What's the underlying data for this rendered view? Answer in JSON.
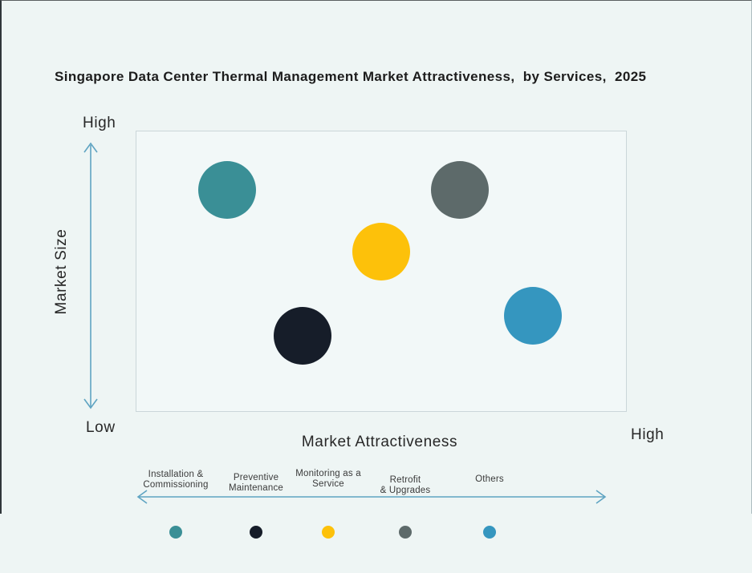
{
  "title": "Singapore Data Center Thermal Management Market Attractiveness,  by Services,  2025",
  "colors": {
    "background": "#EEF5F4",
    "plot_fill": "#F2F8F8",
    "plot_border": "#CBD6D9",
    "axis_arrow": "#5FA4C2",
    "title_text": "#1C1C1C"
  },
  "y_axis": {
    "title": "Market Size",
    "high_label": "High",
    "low_label": "Low"
  },
  "x_axis": {
    "title": "Market Attractiveness",
    "high_label": "High"
  },
  "chart_data": {
    "type": "scatter",
    "title": "Singapore Data Center Thermal Management Market Attractiveness, by Services, 2025",
    "xlabel": "Market Attractiveness",
    "ylabel": "Market Size",
    "x_range": [
      "Low",
      "High"
    ],
    "y_range": [
      "Low",
      "High"
    ],
    "xlim": [
      0,
      100
    ],
    "ylim": [
      0,
      100
    ],
    "grid": false,
    "legend_position": "bottom",
    "series": [
      {
        "name": "Installation & Commissioning",
        "color": "#3A8F96",
        "attractiveness": 18.5,
        "market_size": 79,
        "bubble_radius": 36
      },
      {
        "name": "Preventive Maintenance",
        "color": "#161D29",
        "attractiveness": 34,
        "market_size": 27,
        "bubble_radius": 36
      },
      {
        "name": "Monitoring as a Service",
        "color": "#FDC10A",
        "attractiveness": 50,
        "market_size": 57,
        "bubble_radius": 36
      },
      {
        "name": "Retrofit & Upgrades",
        "color": "#5D6A6A",
        "attractiveness": 66,
        "market_size": 79,
        "bubble_radius": 36
      },
      {
        "name": "Others",
        "color": "#3596BF",
        "attractiveness": 81,
        "market_size": 34,
        "bubble_radius": 36
      }
    ]
  },
  "legend": {
    "items": [
      {
        "label": "Installation &\nCommissioning",
        "color": "#3A8F96"
      },
      {
        "label": "Preventive\nMaintenance",
        "color": "#161D29"
      },
      {
        "label": "Monitoring as a\nService",
        "color": "#FDC10A"
      },
      {
        "label": "Retrofit\n& Upgrades",
        "color": "#5D6A6A"
      },
      {
        "label": "Others",
        "color": "#3596BF"
      }
    ]
  }
}
